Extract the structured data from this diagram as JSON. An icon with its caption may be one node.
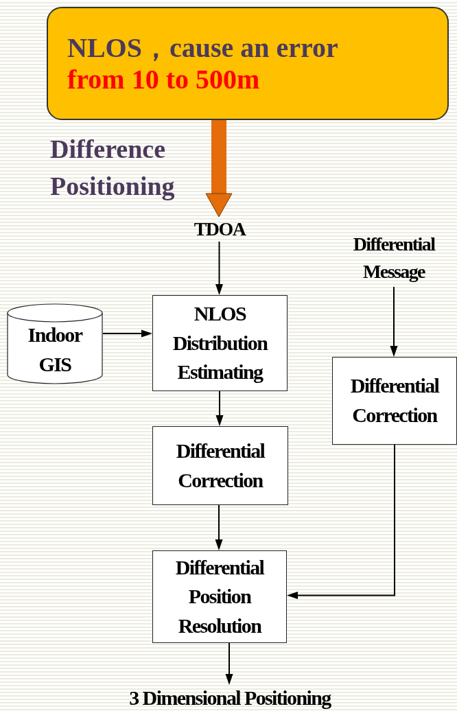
{
  "diagram": {
    "nodes": [
      {
        "text": [
          "NLOS，cause an error",
          "from 10 to 500m"
        ]
      },
      {
        "text": [
          "TDOA"
        ]
      },
      {
        "text": [
          "Differential Message"
        ]
      },
      {
        "text": [
          "Indoor GIS"
        ]
      },
      {
        "text": [
          "NLOS Distribution Estimating"
        ]
      },
      {
        "text": [
          "Differential Correction"
        ]
      },
      {
        "text": [
          "Differential Correction"
        ]
      },
      {
        "text": [
          "Differential Position Resolution"
        ]
      },
      {
        "text": [
          "3 Dimensional Positioning"
        ]
      }
    ],
    "edges": [
      {
        "from": 0,
        "to": 1,
        "arrow": "to",
        "style": "thick",
        "color": "#e46c0a"
      },
      {
        "from": 1,
        "to": 4,
        "arrow": "to"
      },
      {
        "from": 3,
        "to": 4,
        "arrow": "to"
      },
      {
        "from": 2,
        "to": 5,
        "arrow": "to"
      },
      {
        "from": 4,
        "to": 6,
        "arrow": "to"
      },
      {
        "from": 6,
        "to": 7,
        "arrow": "to"
      },
      {
        "from": 5,
        "to": 7,
        "arrow": "to"
      },
      {
        "from": 7,
        "to": 8,
        "arrow": "to"
      }
    ],
    "labels": [
      "Difference Positioning"
    ]
  }
}
